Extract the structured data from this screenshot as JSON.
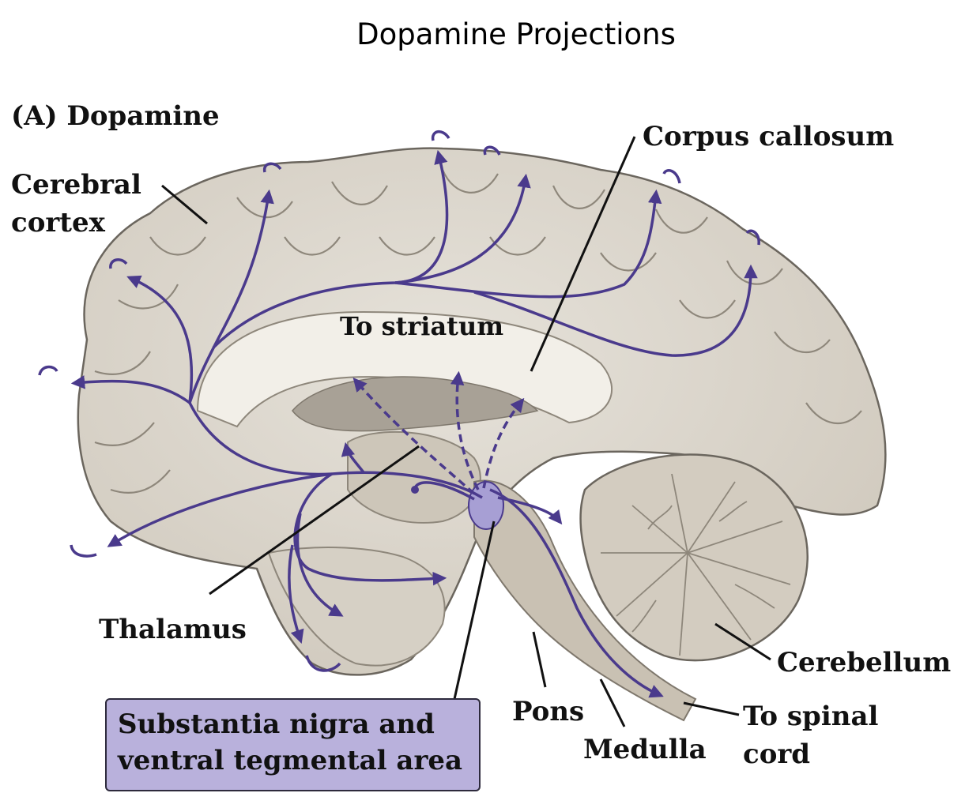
{
  "title": "Dopamine Projections",
  "panel_label": "(A)  Dopamine",
  "labels": {
    "cerebral_cortex": [
      "Cerebral",
      "cortex"
    ],
    "corpus_callosum": "Corpus callosum",
    "to_striatum": "To striatum",
    "thalamus": "Thalamus",
    "cerebellum": "Cerebellum",
    "pons": "Pons",
    "medulla": "Medulla",
    "to_spinal_cord": [
      "To spinal",
      "cord"
    ]
  },
  "highlight_box": {
    "lines": [
      "Substantia nigra and",
      "ventral tegmental area"
    ]
  },
  "colors": {
    "projection": "#4a3a8c",
    "brain_fill": "#ddd8cf",
    "brain_shade": "#bdb6ab",
    "outline": "#6b665e",
    "highlight_box": "#b9b1dc"
  }
}
